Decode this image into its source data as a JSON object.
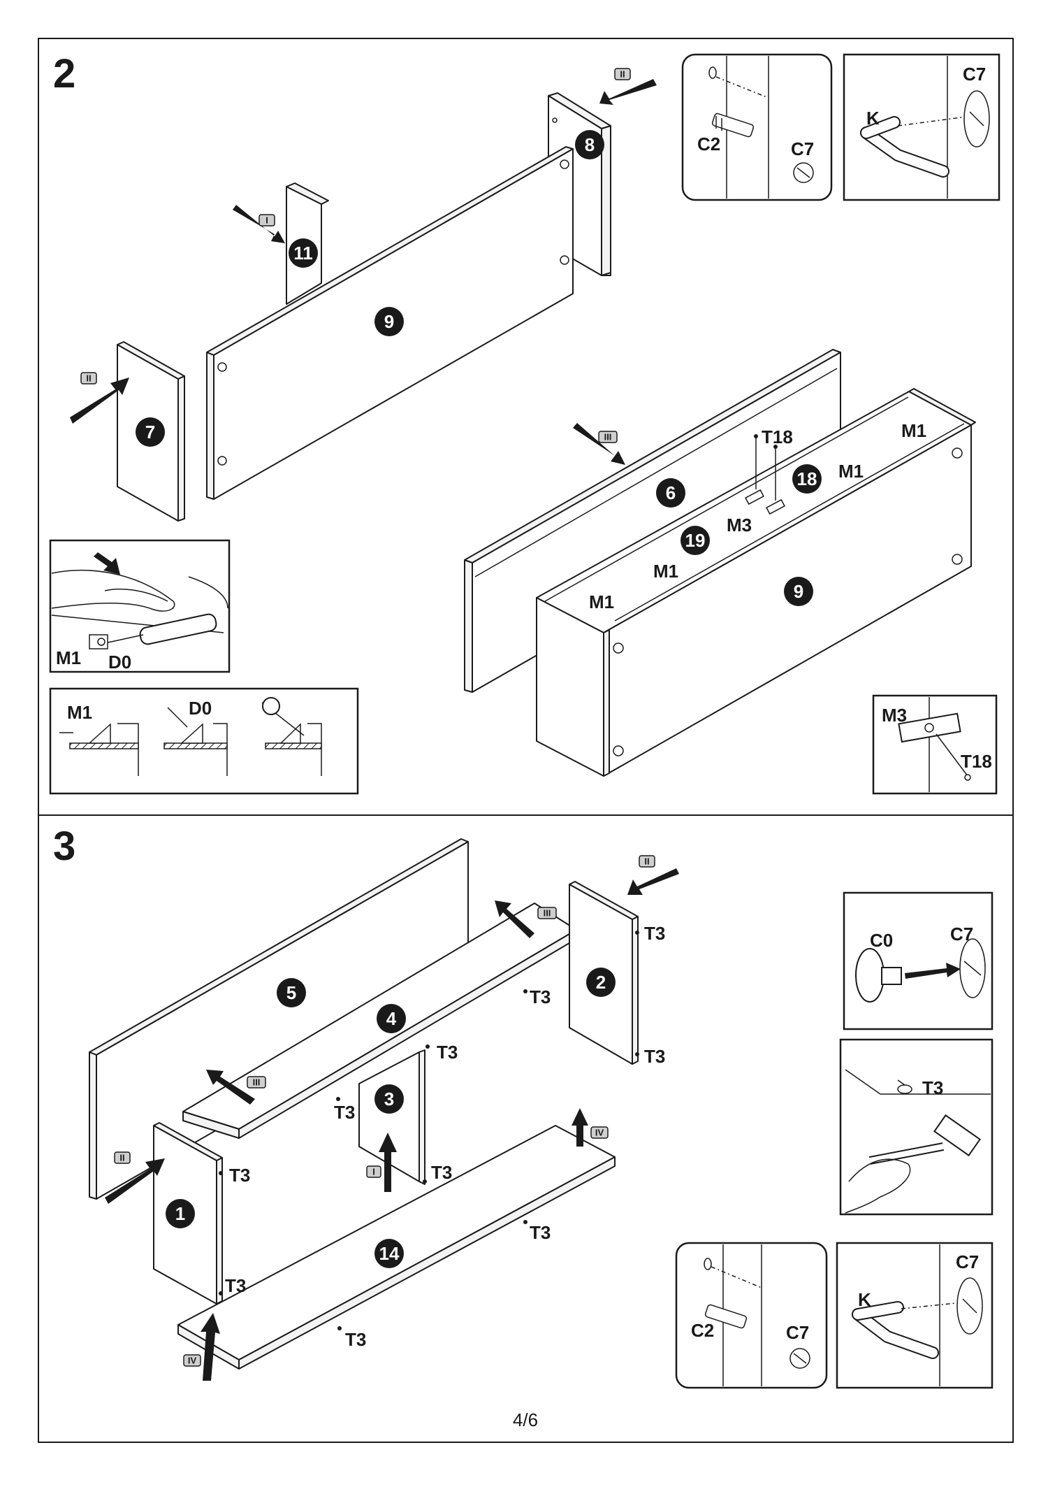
{
  "page_number": "4/6",
  "step2": {
    "step_label": "2",
    "part_numbers": [
      "8",
      "11",
      "9",
      "7",
      "6",
      "19",
      "18",
      "9"
    ],
    "arrow_badges": [
      "II",
      "I",
      "II",
      "III"
    ],
    "labels": {
      "t18": "T18",
      "m1_a": "M1",
      "m1_b": "M1",
      "m3": "M3",
      "m1_c": "M1",
      "m1_d": "M1"
    },
    "inset_c2c7": {
      "c2": "C2",
      "c7": "C7"
    },
    "inset_k": {
      "k": "K",
      "c7": "C7"
    },
    "inset_hand": {
      "m1": "M1",
      "d0": "D0"
    },
    "inset_section": {
      "m1": "M1",
      "d0": "D0"
    },
    "inset_m3": {
      "m3": "M3",
      "t18": "T18"
    }
  },
  "step3": {
    "step_label": "3",
    "part_numbers": [
      "5",
      "4",
      "2",
      "3",
      "1",
      "14"
    ],
    "arrow_badges": [
      "II",
      "III",
      "III",
      "II",
      "I",
      "IV",
      "IV"
    ],
    "labels": {
      "t3_a": "T3",
      "t3_b": "T3",
      "t3_c": "T3",
      "t3_d": "T3",
      "t3_e": "T3",
      "t3_f": "T3",
      "t3_g": "T3",
      "t3_h": "T3",
      "t3_i": "T3",
      "t3_j": "T3"
    },
    "inset_c0": {
      "c0": "C0",
      "c7": "C7"
    },
    "inset_hammer": {
      "t3": "T3"
    },
    "inset_c2c7": {
      "c2": "C2",
      "c7": "C7"
    },
    "inset_k": {
      "k": "K",
      "c7": "C7"
    }
  },
  "colors": {
    "ink": "#1a1a1a",
    "paper": "#ffffff",
    "badge_fill": "#cfcfcf"
  }
}
